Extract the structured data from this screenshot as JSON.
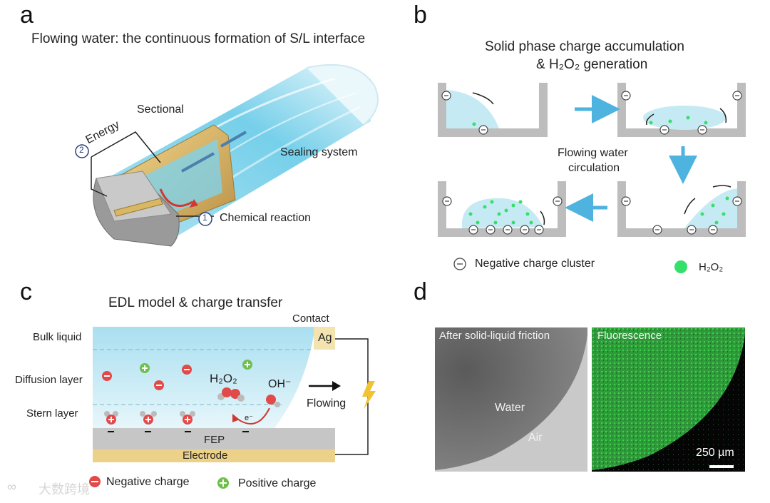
{
  "panels": {
    "a": {
      "letter": "a",
      "title": "Flowing water: the continuous formation of S/L interface",
      "labels": {
        "sectional": "Sectional",
        "energy_num": "2",
        "energy": "Energy",
        "sealing": "Sealing system",
        "chem_num": "1",
        "chem": "Chemical reaction"
      }
    },
    "b": {
      "letter": "b",
      "title_line1": "Solid phase charge accumulation",
      "title_line2": "& H₂O₂ generation",
      "flow_line1": "Flowing water",
      "flow_line2": "circulation",
      "legend_negative": "Negative charge cluster",
      "legend_h2o2": "H₂O₂",
      "colors": {
        "water": "#c6eaf3",
        "h2o2": "#35e06a",
        "container": "#bdbdbd",
        "arrow": "#4fb3e0"
      }
    },
    "c": {
      "letter": "c",
      "title": "EDL model & charge transfer",
      "contact": "Contact",
      "ag": "Ag",
      "bulk": "Bulk liquid",
      "diffusion": "Diffusion layer",
      "stern": "Stern layer",
      "h2o2": "H₂O₂",
      "oh": "OH⁻",
      "electron": "e⁻",
      "flowing": "Flowing",
      "fep": "FEP",
      "electrode": "Electrode",
      "legend_negative": "Negative charge",
      "legend_positive": "Positive charge",
      "minus_sign": "−",
      "plus_sign": "+"
    },
    "d": {
      "letter": "d",
      "left_caption": "After solid-liquid friction",
      "water": "Water",
      "air": "Air",
      "right_caption": "Fluorescence",
      "scale": "250 µm"
    }
  },
  "watermark": "大数跨境"
}
